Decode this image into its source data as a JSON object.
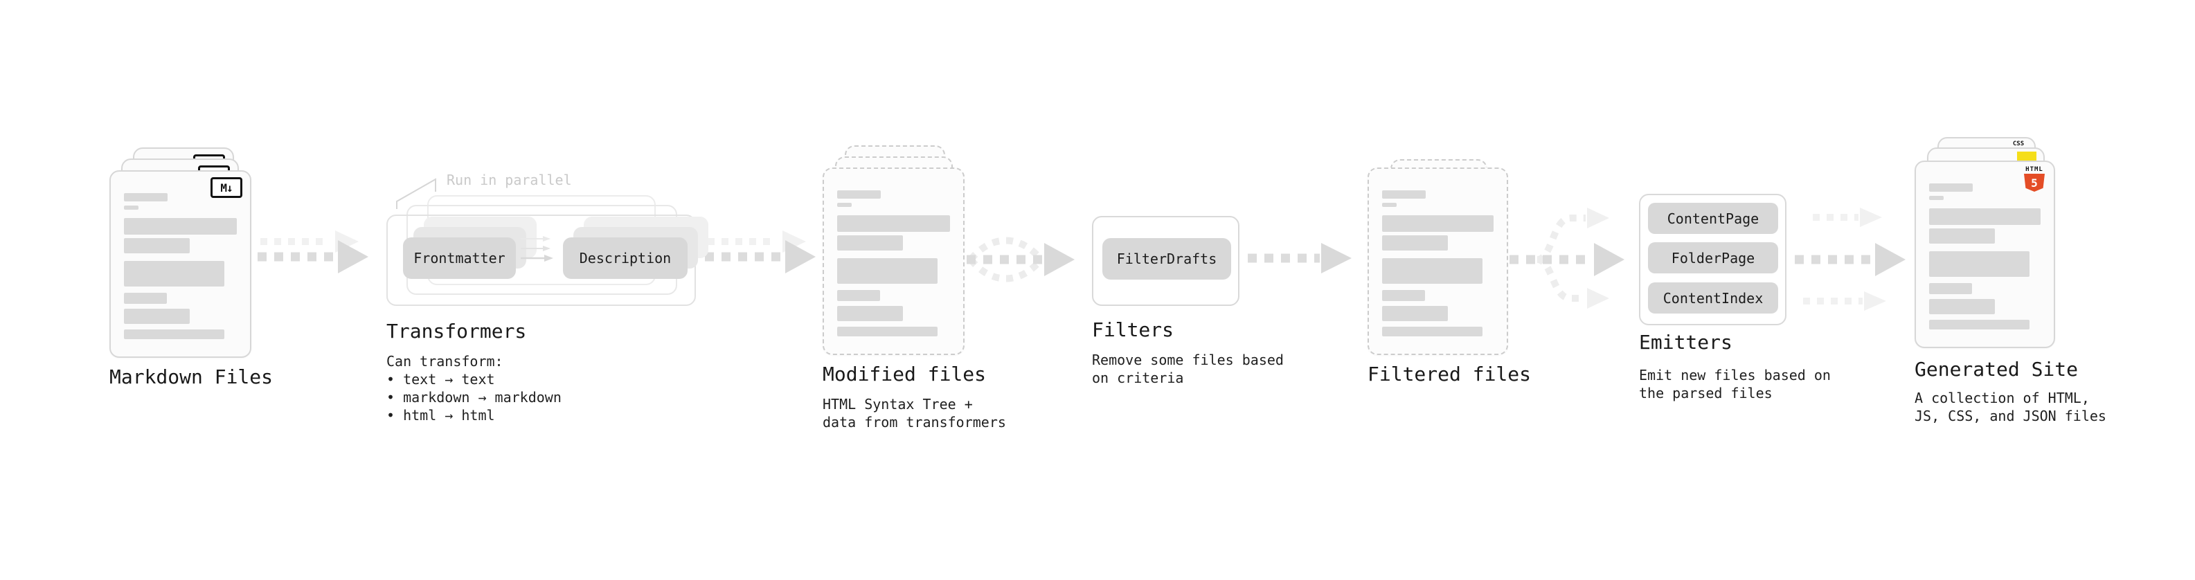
{
  "diagram": {
    "callout": "Run in parallel",
    "stages": {
      "markdown_files": {
        "title": "Markdown Files",
        "file_badge": "M↓"
      },
      "transformers": {
        "title": "Transformers",
        "description": "Can transform:\n • text → text\n • markdown → markdown\n • html → html",
        "pills": {
          "frontmatter": "Frontmatter",
          "description": "Description"
        }
      },
      "modified_files": {
        "title": "Modified files",
        "description": "HTML Syntax Tree +\ndata from transformers"
      },
      "filters": {
        "title": "Filters",
        "description": "Remove some files based\non criteria",
        "pills": {
          "filter_drafts": "FilterDrafts"
        }
      },
      "filtered_files": {
        "title": "Filtered files"
      },
      "emitters": {
        "title": "Emitters",
        "description": "Emit new files based on\nthe parsed files",
        "pills": {
          "content_page": "ContentPage",
          "folder_page": "FolderPage",
          "content_index": "ContentIndex"
        }
      },
      "generated_site": {
        "title": "Generated Site",
        "description": "A collection of HTML,\nJS, CSS, and JSON files",
        "badges": {
          "css": "CSS",
          "html_label": "HTML",
          "html_number": "5"
        }
      }
    }
  },
  "colors": {
    "html5_orange": "#e44d26",
    "js_yellow": "#f5de19",
    "css_blue": "#264de4",
    "skeleton_gray": "#d9d9d9",
    "pill_gray": "#d8d8d8",
    "heading_text": "#191919",
    "callout_gray": "#c9c9c9"
  }
}
